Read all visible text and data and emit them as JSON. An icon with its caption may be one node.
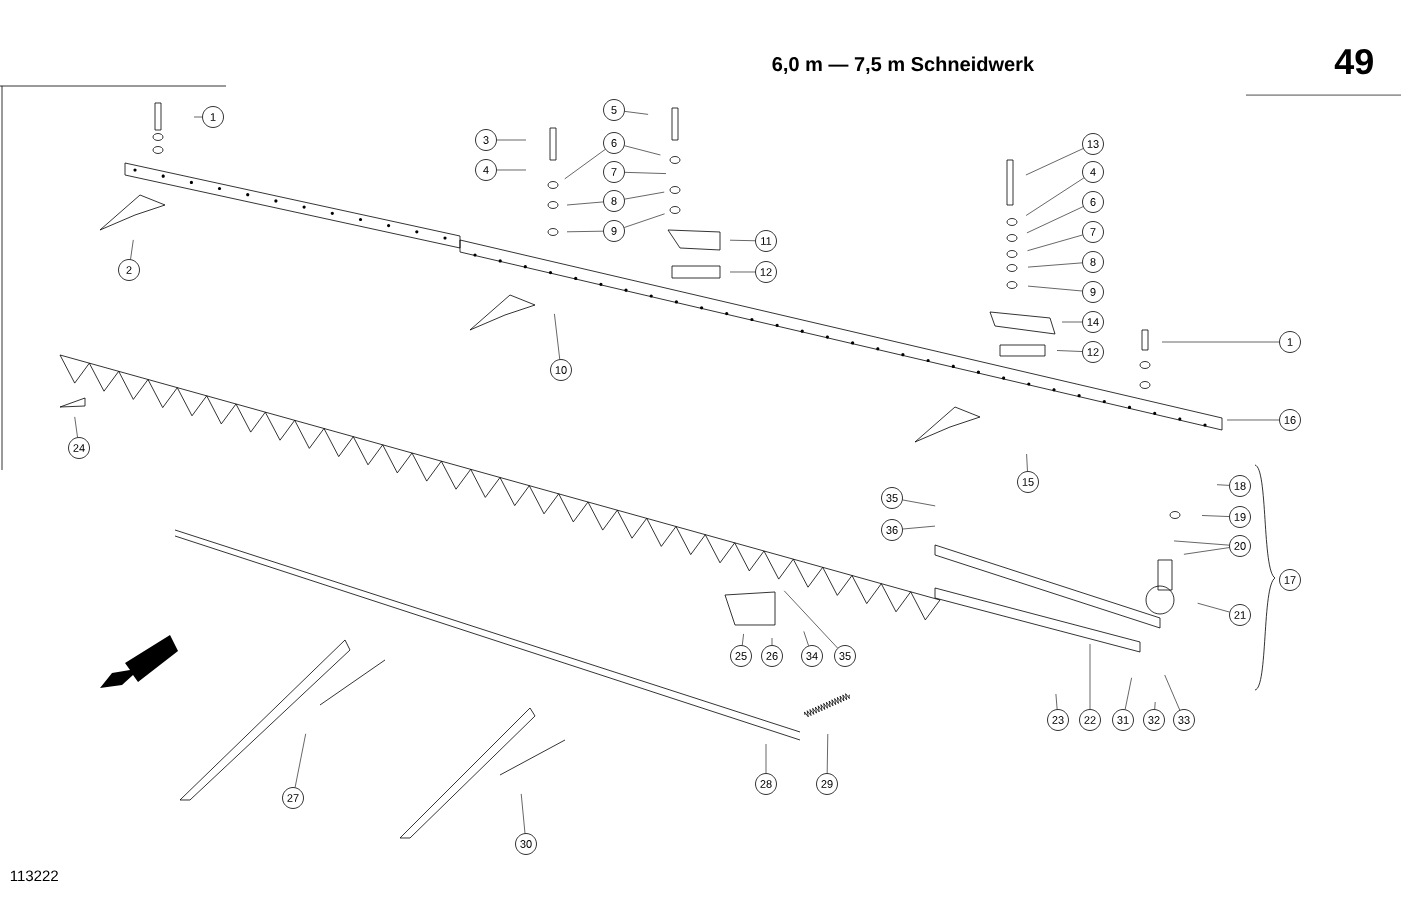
{
  "diagram": {
    "title": "6,0 m — 7,5 m Schneidwerk",
    "nodes": [
      {
        "text": [
          "1"
        ]
      },
      {
        "text": [
          "5"
        ]
      },
      {
        "text": [
          "3"
        ]
      },
      {
        "text": [
          "6"
        ]
      },
      {
        "text": [
          "4"
        ]
      },
      {
        "text": [
          "7"
        ]
      },
      {
        "text": [
          "8"
        ]
      },
      {
        "text": [
          "9"
        ]
      },
      {
        "text": [
          "11"
        ]
      },
      {
        "text": [
          "2"
        ]
      },
      {
        "text": [
          "12"
        ]
      },
      {
        "text": [
          "13"
        ]
      },
      {
        "text": [
          "4"
        ]
      },
      {
        "text": [
          "6"
        ]
      },
      {
        "text": [
          "7"
        ]
      },
      {
        "text": [
          "8"
        ]
      },
      {
        "text": [
          "9"
        ]
      },
      {
        "text": [
          "14"
        ]
      },
      {
        "text": [
          "1"
        ]
      },
      {
        "text": [
          "12"
        ]
      },
      {
        "text": [
          "10"
        ]
      },
      {
        "text": [
          "16"
        ]
      },
      {
        "text": [
          "24"
        ]
      },
      {
        "text": [
          "15"
        ]
      },
      {
        "text": [
          "18"
        ]
      },
      {
        "text": [
          "35"
        ]
      },
      {
        "text": [
          "19"
        ]
      },
      {
        "text": [
          "36"
        ]
      },
      {
        "text": [
          "20"
        ]
      },
      {
        "text": [
          "17"
        ]
      },
      {
        "text": [
          "21"
        ]
      },
      {
        "text": [
          "25"
        ]
      },
      {
        "text": [
          "26"
        ]
      },
      {
        "text": [
          "34"
        ]
      },
      {
        "text": [
          "35"
        ]
      },
      {
        "text": [
          "23"
        ]
      },
      {
        "text": [
          "22"
        ]
      },
      {
        "text": [
          "31"
        ]
      },
      {
        "text": [
          "32"
        ]
      },
      {
        "text": [
          "33"
        ]
      },
      {
        "text": [
          "28"
        ]
      },
      {
        "text": [
          "29"
        ]
      },
      {
        "text": [
          "27"
        ]
      },
      {
        "text": [
          "30"
        ]
      }
    ],
    "edges": [
      {
        "from": 0,
        "to": null,
        "arrow": "none"
      },
      {
        "from": 1,
        "to": null,
        "arrow": "none"
      },
      {
        "from": 2,
        "to": null,
        "arrow": "none"
      },
      {
        "from": 3,
        "to": null,
        "arrow": "none"
      },
      {
        "from": 3,
        "to": null,
        "arrow": "none"
      },
      {
        "from": 4,
        "to": null,
        "arrow": "none"
      },
      {
        "from": 5,
        "to": null,
        "arrow": "none"
      },
      {
        "from": 6,
        "to": null,
        "arrow": "none"
      },
      {
        "from": 6,
        "to": null,
        "arrow": "none"
      },
      {
        "from": 7,
        "to": null,
        "arrow": "none"
      },
      {
        "from": 7,
        "to": null,
        "arrow": "none"
      },
      {
        "from": 8,
        "to": null,
        "arrow": "none"
      },
      {
        "from": 9,
        "to": null,
        "arrow": "none"
      },
      {
        "from": 10,
        "to": null,
        "arrow": "none"
      },
      {
        "from": 11,
        "to": null,
        "arrow": "none"
      },
      {
        "from": 12,
        "to": null,
        "arrow": "none"
      },
      {
        "from": 13,
        "to": null,
        "arrow": "none"
      },
      {
        "from": 14,
        "to": null,
        "arrow": "none"
      },
      {
        "from": 15,
        "to": null,
        "arrow": "none"
      },
      {
        "from": 16,
        "to": null,
        "arrow": "none"
      },
      {
        "from": 17,
        "to": null,
        "arrow": "none"
      },
      {
        "from": 18,
        "to": null,
        "arrow": "none"
      },
      {
        "from": 19,
        "to": null,
        "arrow": "none"
      },
      {
        "from": 20,
        "to": null,
        "arrow": "none"
      },
      {
        "from": 21,
        "to": null,
        "arrow": "none"
      },
      {
        "from": 22,
        "to": null,
        "arrow": "none"
      },
      {
        "from": 23,
        "to": null,
        "arrow": "none"
      },
      {
        "from": 24,
        "to": null,
        "arrow": "none"
      },
      {
        "from": 25,
        "to": null,
        "arrow": "none"
      },
      {
        "from": 26,
        "to": null,
        "arrow": "none"
      },
      {
        "from": 27,
        "to": null,
        "arrow": "none"
      },
      {
        "from": 28,
        "to": null,
        "arrow": "none"
      },
      {
        "from": 28,
        "to": null,
        "arrow": "none"
      },
      {
        "from": 30,
        "to": null,
        "arrow": "none"
      },
      {
        "from": 31,
        "to": null,
        "arrow": "none"
      },
      {
        "from": 32,
        "to": null,
        "arrow": "none"
      },
      {
        "from": 33,
        "to": null,
        "arrow": "none"
      },
      {
        "from": 34,
        "to": null,
        "arrow": "none"
      },
      {
        "from": 35,
        "to": null,
        "arrow": "none"
      },
      {
        "from": 36,
        "to": null,
        "arrow": "none"
      },
      {
        "from": 37,
        "to": null,
        "arrow": "none"
      },
      {
        "from": 38,
        "to": null,
        "arrow": "none"
      },
      {
        "from": 39,
        "to": null,
        "arrow": "none"
      },
      {
        "from": 40,
        "to": null,
        "arrow": "none"
      },
      {
        "from": 41,
        "to": null,
        "arrow": "none"
      },
      {
        "from": 42,
        "to": null,
        "arrow": "none"
      },
      {
        "from": 43,
        "to": null,
        "arrow": "none"
      }
    ],
    "labels": [
      "49",
      "113222"
    ]
  }
}
